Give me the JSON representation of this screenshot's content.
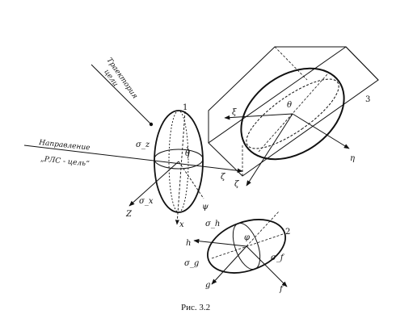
{
  "figure": {
    "caption": "Рис. 3.2",
    "annotations": {
      "trajectory": [
        "Траектория",
        "цели"
      ],
      "direction": [
        "Направление",
        "„РЛС - цель“"
      ]
    },
    "ellipsoid_1": {
      "number": "1",
      "axis_labels": {
        "zeta": "ζ",
        "z": "Z",
        "x": "x",
        "psi": "ψ",
        "theta": "θ"
      },
      "sigma_labels": {
        "sz": "σ_z",
        "sx": "σ_x"
      }
    },
    "ellipsoid_2": {
      "number": "2",
      "axis_labels": {
        "h": "h",
        "g": "g",
        "f": "f",
        "phi": "φ"
      },
      "sigma_labels": {
        "sh": "σ_h",
        "sg": "σ_g",
        "sf": "σ_f"
      }
    },
    "ellipsoid_3": {
      "number": "3",
      "axis_labels": {
        "xi": "ξ",
        "eta": "η",
        "zeta": "ζ",
        "theta": "θ"
      }
    }
  }
}
